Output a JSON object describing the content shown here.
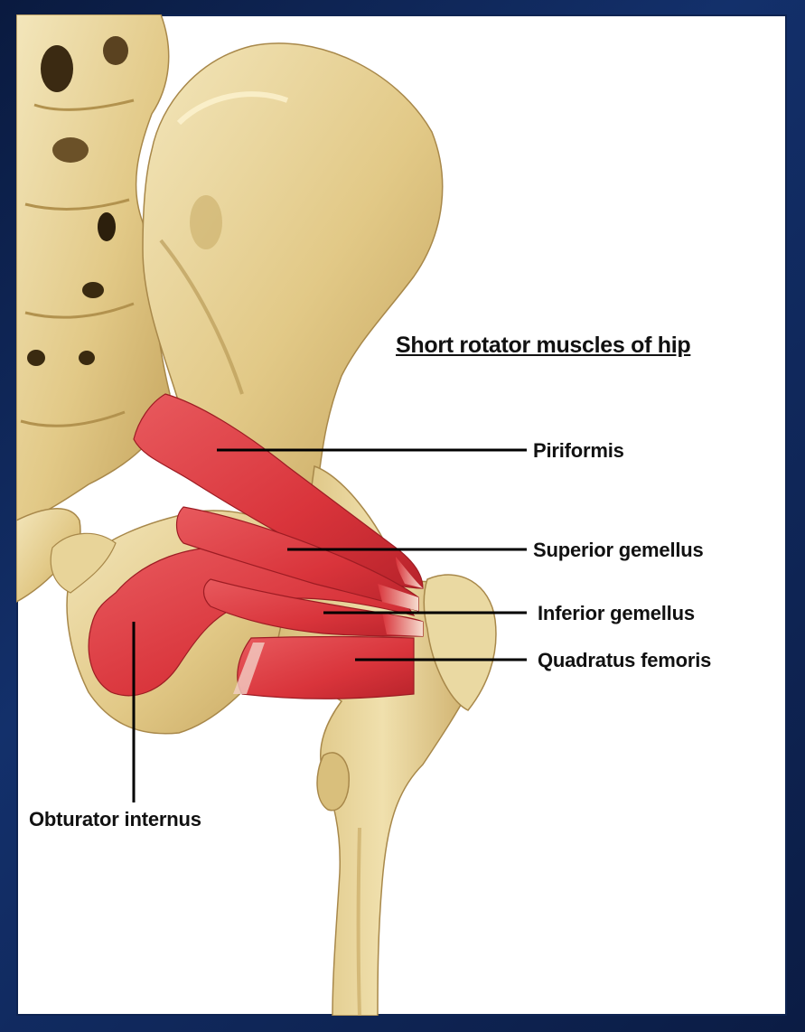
{
  "title": "Short rotator muscles of hip",
  "labels": {
    "piriformis": "Piriformis",
    "superior_gemellus": "Superior gemellus",
    "inferior_gemellus": "Inferior gemellus",
    "quadratus_femoris": "Quadratus femoris",
    "obturator_internus": "Obturator internus"
  },
  "colors": {
    "bone": "#e7d39a",
    "bone_shadow": "#b99a52",
    "muscle": "#d9343b",
    "muscle_dark": "#a81c24",
    "tendon": "#f3d7c8",
    "frame": "#13306b"
  }
}
